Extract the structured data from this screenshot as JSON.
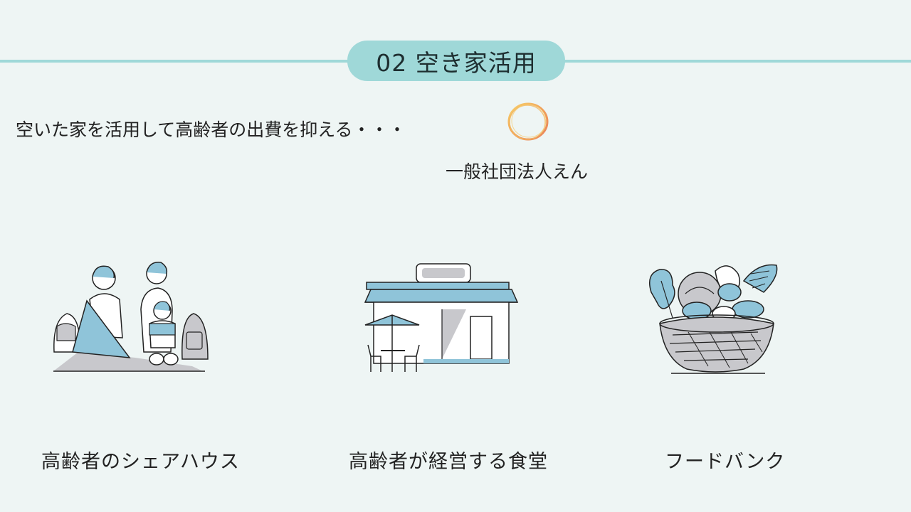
{
  "section": {
    "title": "02 空き家活用"
  },
  "subtitle": "空いた家を活用して高齢者の出費を抑える・・・",
  "organization": {
    "name": "一般社団法人えん"
  },
  "colors": {
    "background": "#eef5f4",
    "accent": "#9fd8d8",
    "illustration_blue": "#8fc4d9",
    "illustration_gray": "#c8c8cc"
  },
  "items": [
    {
      "label": "高齢者のシェアハウス",
      "icon": "share-house-illustration"
    },
    {
      "label": "高齢者が経営する食堂",
      "icon": "restaurant-illustration"
    },
    {
      "label": "フードバンク",
      "icon": "food-basket-illustration"
    }
  ]
}
